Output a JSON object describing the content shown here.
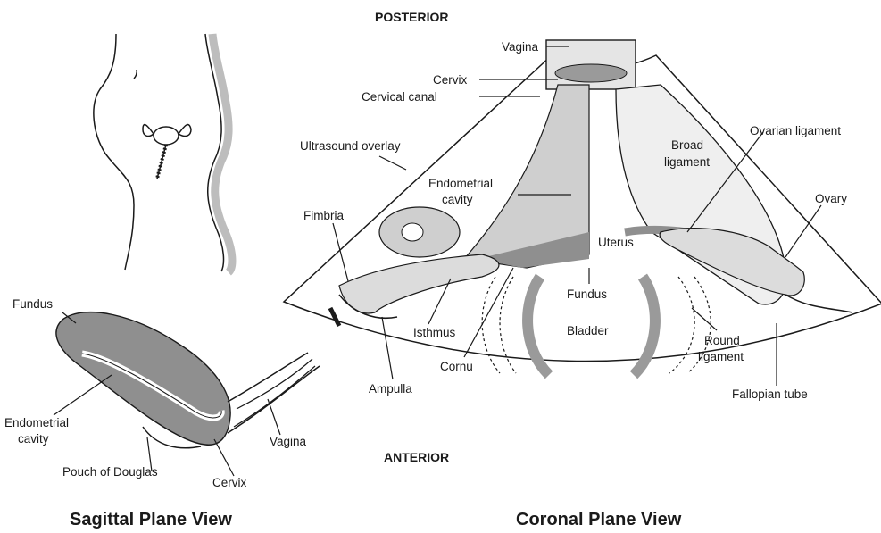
{
  "colors": {
    "tissue": "#8f8f8f",
    "light_tissue": "#cfcfcf",
    "line": "#1a1a1a"
  },
  "titles": {
    "sagittal": "Sagittal Plane View",
    "coronal": "Coronal Plane View"
  },
  "orientation": {
    "posterior": "POSTERIOR",
    "anterior": "ANTERIOR"
  },
  "sagittal_labels": {
    "fundus": "Fundus",
    "endometrial_cavity_1": "Endometrial",
    "endometrial_cavity_2": "cavity",
    "pouch_of_douglas": "Pouch of Douglas",
    "cervix": "Cervix",
    "vagina": "Vagina"
  },
  "coronal_labels": {
    "vagina": "Vagina",
    "cervix": "Cervix",
    "cervical_canal": "Cervical canal",
    "ultrasound_overlay": "Ultrasound overlay",
    "endometrial_cavity_1": "Endometrial",
    "endometrial_cavity_2": "cavity",
    "fimbria": "Fimbria",
    "broad_ligament_1": "Broad",
    "broad_ligament_2": "ligament",
    "ovarian_ligament": "Ovarian ligament",
    "ovary": "Ovary",
    "uterus": "Uterus",
    "fundus": "Fundus",
    "bladder": "Bladder",
    "isthmus": "Isthmus",
    "cornu": "Cornu",
    "ampulla": "Ampulla",
    "round_ligament_1": "Round",
    "round_ligament_2": "ligament",
    "fallopian_tube": "Fallopian tube"
  }
}
